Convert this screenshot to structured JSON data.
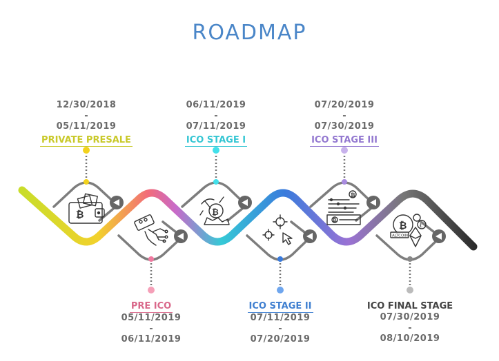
{
  "title": "ROADMAP",
  "stages": [
    {
      "name": "PRIVATE PRESALE",
      "date_from": "12/30/2018",
      "separator": "-",
      "date_to": "05/11/2019",
      "color": "#c9c92a",
      "icon": "wallet-bitcoin-icon"
    },
    {
      "name": "PRE ICO",
      "date_from": "05/11/2019",
      "separator": "-",
      "date_to": "06/11/2019",
      "color": "#d9688a",
      "icon": "hand-chip-icon"
    },
    {
      "name": "ICO STAGE I",
      "date_from": "06/11/2019",
      "separator": "-",
      "date_to": "07/11/2019",
      "color": "#35c6d3",
      "icon": "mining-bitcoin-icon"
    },
    {
      "name": "ICO STAGE II",
      "date_from": "07/11/2019",
      "separator": "-",
      "date_to": "07/20/2019",
      "color": "#3f7fd0",
      "icon": "target-cursor-icon"
    },
    {
      "name": "ICO STAGE III",
      "date_from": "07/20/2019",
      "separator": "-",
      "date_to": "07/30/2019",
      "color": "#9378d0",
      "icon": "bitcoin-circuit-icon"
    },
    {
      "name": "ICO FINAL STAGE",
      "date_from": "07/30/2019",
      "separator": "-",
      "date_to": "08/10/2019",
      "color": "#444444",
      "icon": "altcoins-icon"
    }
  ],
  "icon_labels": {
    "altcoin": "ALTCOIN"
  }
}
